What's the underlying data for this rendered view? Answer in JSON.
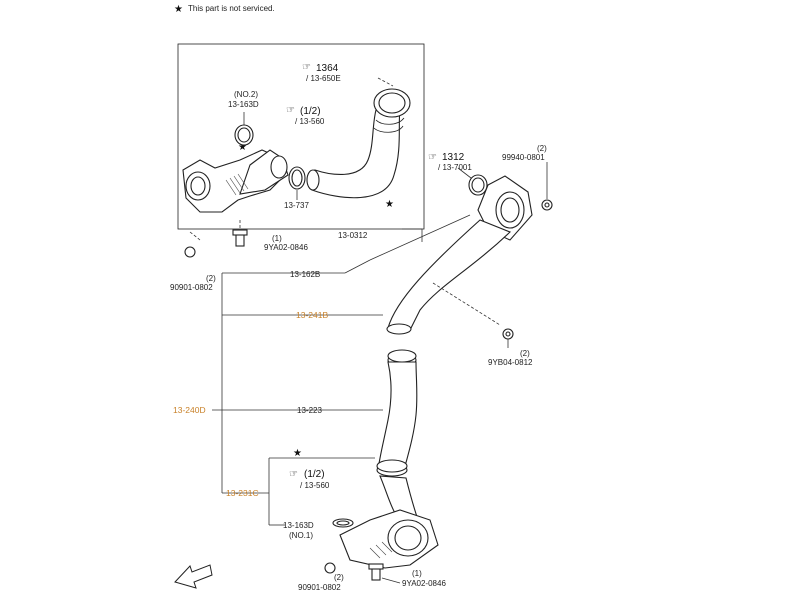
{
  "legend": {
    "star": "★",
    "note": "This part is not serviced."
  },
  "colors": {
    "line": "#333333",
    "highlight": "#c9822a",
    "text": "#222222"
  },
  "icons": {
    "ref_book": "reference-book-icon",
    "star": "star-icon",
    "front_arrow": "front-direction-arrow-icon"
  },
  "labels": {
    "ref_1364": "1364",
    "sub_13_650E": "/ 13-650E",
    "no2": "(NO.2)",
    "p_13_163D_top": "13-163D",
    "ref_half_top": "(1/2)",
    "sub_13_560_top": "/ 13-560",
    "ref_1312": "1312",
    "sub_13_7001": "/ 13-7001",
    "p_13_737": "13-737",
    "p_13_0312": "13-0312",
    "qty_99940": "(2)",
    "p_99940_0801": "99940-0801",
    "qty_9ya_top": "(1)",
    "p_9ya_top": "9YA02-0846",
    "qty_90901_top": "(2)",
    "p_90901_top": "90901-0802",
    "p_13_162B": "13-162B",
    "p_13_241B": "13-241B",
    "qty_9yb": "(2)",
    "p_9yb": "9YB04-0812",
    "p_13_240D": "13-240D",
    "p_13_223": "13-223",
    "ref_half_bot": "(1/2)",
    "sub_13_560_bot": "/ 13-560",
    "p_13_231C": "13-231C",
    "p_13_163D_bot": "13-163D",
    "no1": "(NO.1)",
    "qty_90901_bot": "(2)",
    "p_90901_bot": "90901-0802",
    "qty_9ya_bot": "(1)",
    "p_9ya_bot": "9YA02-0846"
  }
}
